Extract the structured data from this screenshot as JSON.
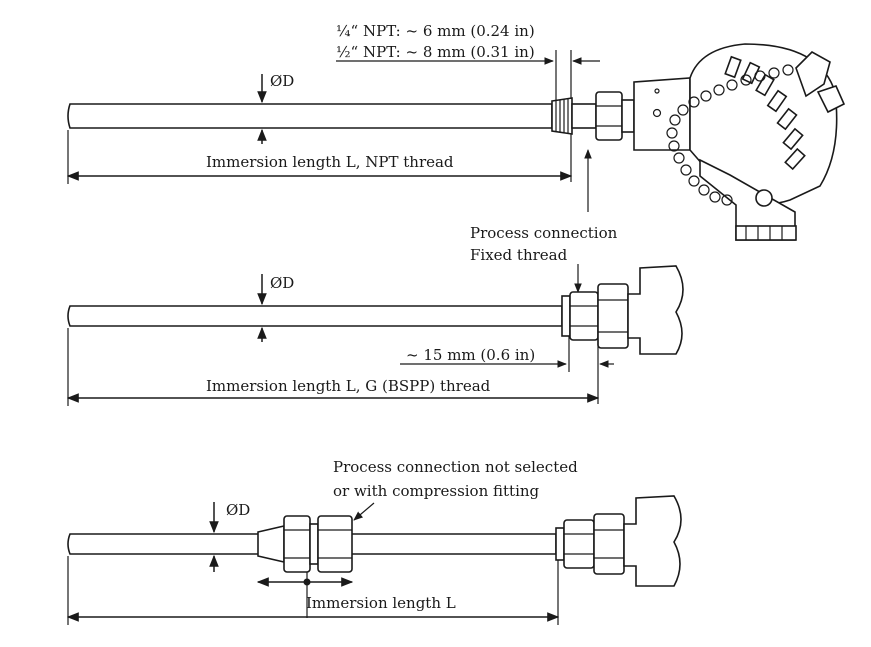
{
  "labels": {
    "npt_quarter": "¼“ NPT: ~ 6 mm (0.24 in)",
    "npt_half": "½“ NPT: ~ 8 mm (0.31 in)",
    "diameter": "ØD",
    "immersion_npt": "Immersion length L, NPT thread",
    "process_connection": "Process connection",
    "fixed_thread": "Fixed thread",
    "bspp_offset": "~ 15 mm (0.6 in)",
    "immersion_bspp": "Immersion length L, G (BSPP) thread",
    "compression_line1": "Process connection not selected",
    "compression_line2": "or with compression fitting",
    "immersion_plain": "Immersion length L"
  }
}
